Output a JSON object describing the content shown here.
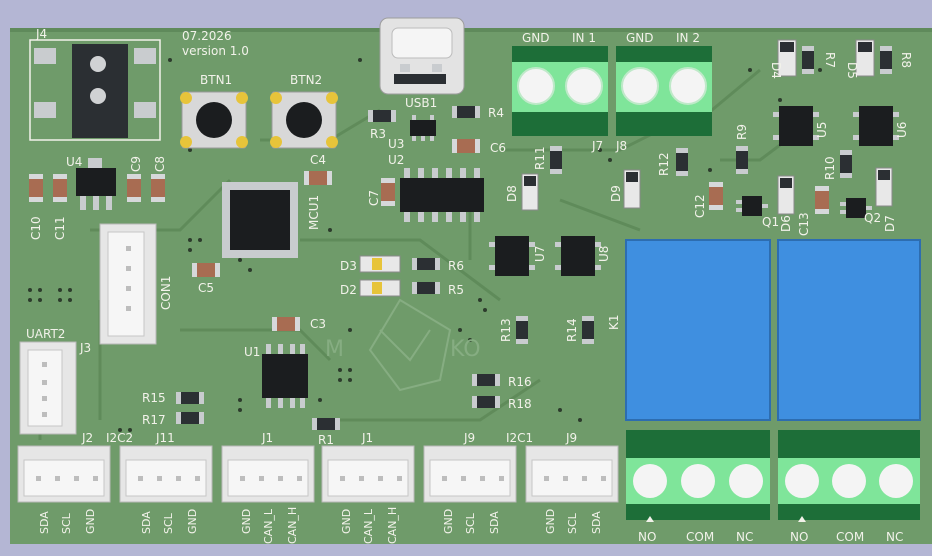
{
  "board": {
    "date": "07.2026",
    "version": "version 1.0",
    "logo_left": "M",
    "logo_right": "KO"
  },
  "refs": {
    "J4": "J4",
    "BTN1": "BTN1",
    "BTN2": "BTN2",
    "USB1": "USB1",
    "R3": "R3",
    "R4": "R4",
    "U3": "U3",
    "U2": "U2",
    "C6": "C6",
    "C4": "C4",
    "U4": "U4",
    "C9": "C9",
    "C8": "C8",
    "C10": "C10",
    "C11": "C11",
    "MCU1": "MCU1",
    "C7": "C7",
    "CON1": "CON1",
    "C5": "C5",
    "D3": "D3",
    "D2": "D2",
    "R6": "R6",
    "R5": "R5",
    "C3": "C3",
    "U1": "U1",
    "UART2": "UART2",
    "J3": "J3",
    "R15": "R15",
    "R17": "R17",
    "R1": "R1",
    "R16": "R16",
    "R18": "R18",
    "J7": "J7",
    "J8": "J8",
    "R11": "R11",
    "D8": "D8",
    "R12": "R12",
    "D9": "D9",
    "R9": "R9",
    "C12": "C12",
    "U7": "U7",
    "U8": "U8",
    "R13": "R13",
    "R14": "R14",
    "K1": "K1",
    "D4": "D4",
    "R7": "R7",
    "D5": "D5",
    "R8": "R8",
    "U5": "U5",
    "U6": "U6",
    "R10": "R10",
    "Q1": "Q1",
    "Q2": "Q2",
    "D6": "D6",
    "C13": "C13",
    "D7": "D7",
    "J2": "J2",
    "I2C2": "I2C2",
    "J11": "J11",
    "J1a": "J1",
    "J1b": "J1",
    "J9a": "J9",
    "I2C1": "I2C1",
    "J9b": "J9"
  },
  "terminals": {
    "j7_gnd": "GND",
    "j7_in": "IN 1",
    "j8_gnd": "GND",
    "j8_in": "IN 2",
    "relay1": [
      "NO",
      "COM",
      "NC"
    ],
    "relay2": [
      "NO",
      "COM",
      "NC"
    ]
  },
  "pins": {
    "j2": [
      "SDA",
      "SCL",
      "GND"
    ],
    "j11": [
      "SDA",
      "SCL",
      "GND"
    ],
    "j1a": [
      "GND",
      "CAN_L",
      "CAN_H"
    ],
    "j1b": [
      "GND",
      "CAN_L",
      "CAN_H"
    ],
    "j9a": [
      "GND",
      "SCL",
      "SDA"
    ],
    "j9b": [
      "GND",
      "SCL",
      "SDA"
    ]
  },
  "colors": {
    "background": "#b4b6d4",
    "pcb": "#6f9b6a",
    "silkscreen": "#f2f2ea",
    "relay": "#3f8fe0",
    "terminal_dark": "#1d6e38",
    "terminal_light": "#7fe59a"
  }
}
